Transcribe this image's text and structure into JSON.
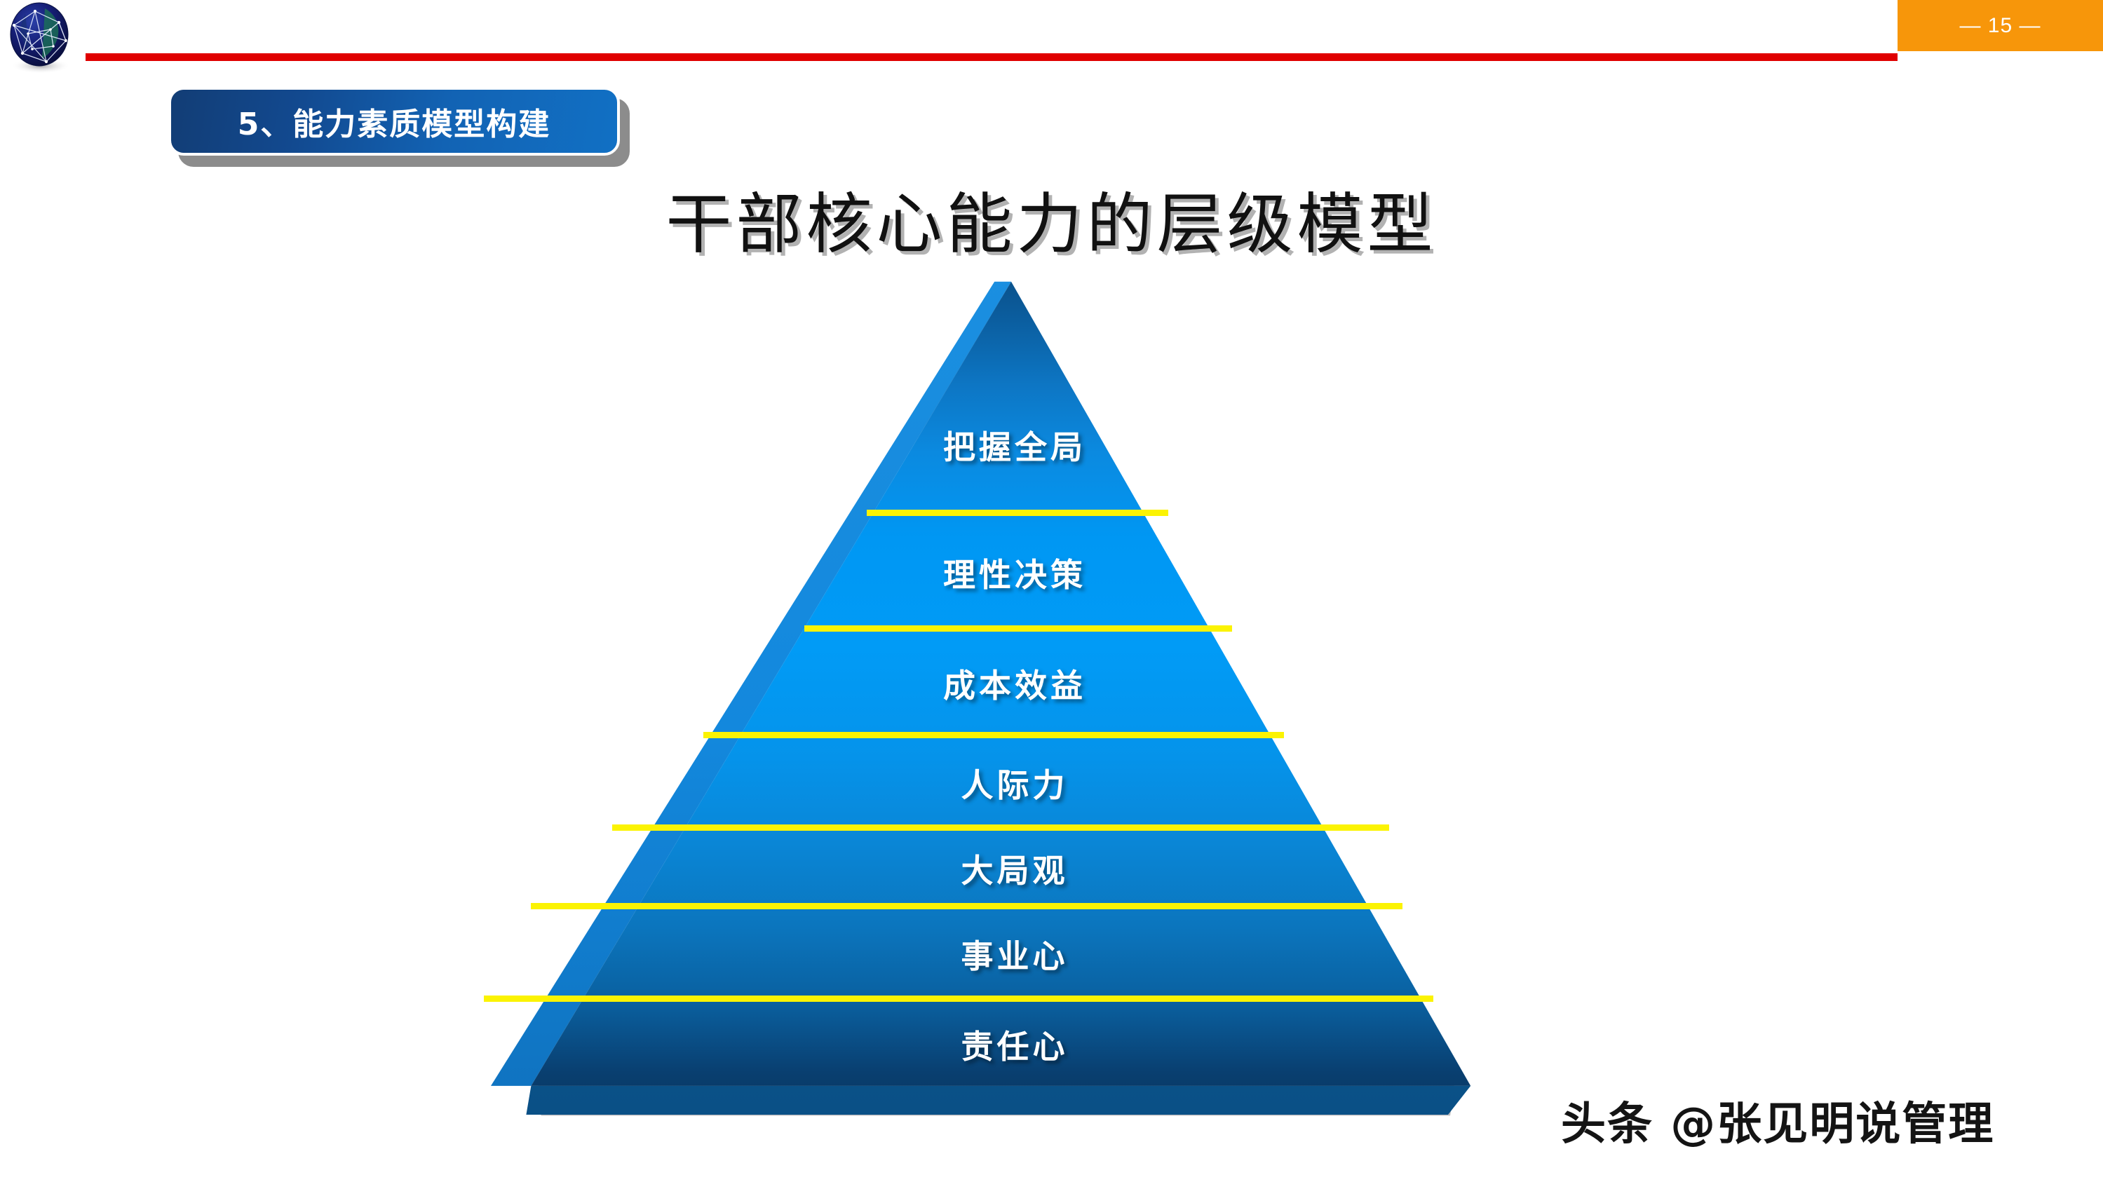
{
  "slide": {
    "page_number": "— 15 —",
    "section_badge": "5、能力素质模型构建",
    "title": "干部核心能力的层级模型",
    "watermark": "头条 @张见明说管理"
  },
  "colors": {
    "accent_red": "#e00000",
    "page_chip_orange": "#f7960a",
    "badge_blue_dark": "#123d75",
    "badge_blue_light": "#1170c4",
    "pyramid_blue": "#0097f3",
    "pyramid_blue_dark": "#08365f",
    "divider_yellow": "#fbf303"
  },
  "icons": {
    "logo": "globe-network-icon"
  },
  "chart_data": {
    "type": "pyramid",
    "title": "干部核心能力的层级模型",
    "orientation": "top-to-bottom",
    "levels": [
      {
        "rank": 1,
        "label": "把握全局"
      },
      {
        "rank": 2,
        "label": "理性决策"
      },
      {
        "rank": 3,
        "label": "成本效益"
      },
      {
        "rank": 4,
        "label": "人际力"
      },
      {
        "rank": 5,
        "label": "大局观"
      },
      {
        "rank": 6,
        "label": "事业心"
      },
      {
        "rank": 7,
        "label": "责任心"
      }
    ],
    "divider_count": 6,
    "legend": "none",
    "grid": false
  }
}
